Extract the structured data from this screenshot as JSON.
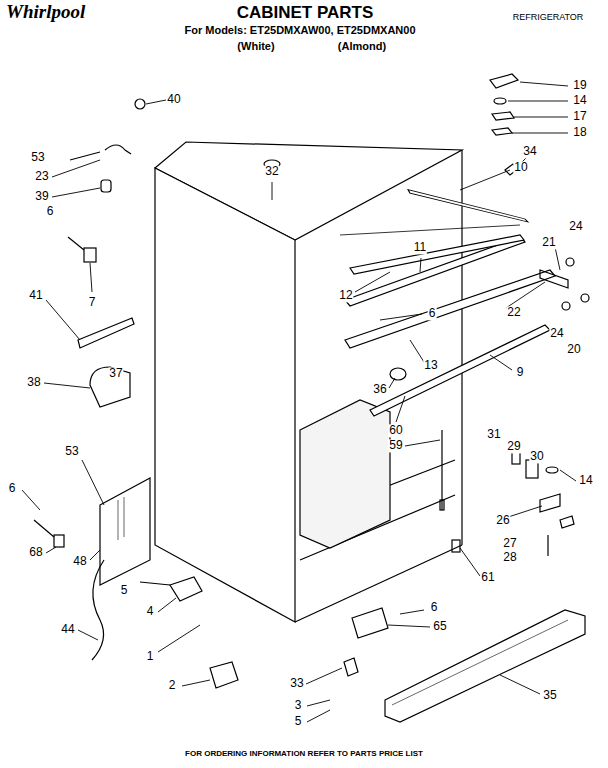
{
  "diagram": {
    "title": "CABINET PARTS",
    "labels": [
      "Whirlpool",
      "REFRIGERATOR",
      "For Models: ET25DMXAW00, ET25DMXAN00",
      "(White)",
      "(Almond)",
      "19",
      "14",
      "17",
      "18",
      "40",
      "53",
      "23",
      "39",
      "6",
      "32",
      "34",
      "10",
      "11",
      "24",
      "21",
      "7",
      "41",
      "12",
      "6",
      "22",
      "24",
      "20",
      "13",
      "9",
      "36",
      "38",
      "37",
      "60",
      "59",
      "31",
      "29",
      "30",
      "14",
      "53",
      "6",
      "26",
      "27",
      "28",
      "61",
      "68",
      "48",
      "5",
      "4",
      "1",
      "44",
      "6",
      "65",
      "2",
      "33",
      "3",
      "5",
      "35",
      "FOR ORDERING INFORMATION REFER TO PARTS PRICE LIST"
    ]
  }
}
